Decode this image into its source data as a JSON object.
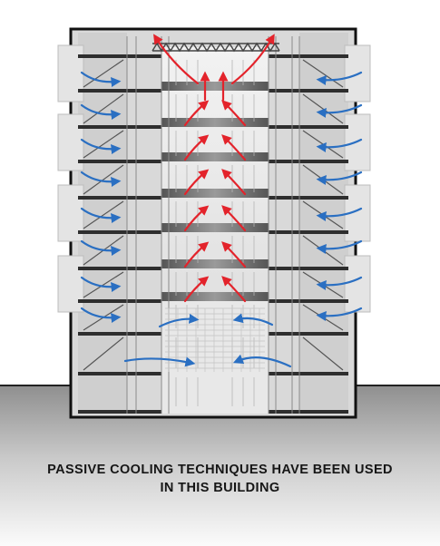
{
  "caption": {
    "line1": "PASSIVE COOLING TECHNIQUES HAVE BEEN USED",
    "line2": "IN THIS BUILDING"
  },
  "colors": {
    "background": "#ffffff",
    "ground_top": "#8f8f8f",
    "ground_bottom": "#fbfbfb",
    "building_wall": "#d6d6d6",
    "outline": "#111111",
    "slab": "#2e2e2e",
    "cool_air_arrow": "#2a6fc2",
    "warm_air_arrow": "#e3232b",
    "balcony_panel": "#e3e3e3"
  },
  "diagram": {
    "storeys": 9,
    "cool_air_arrow_icon": "blue-curved-arrow",
    "warm_air_arrow_icon": "red-curved-arrow",
    "roof_element": "open-truss-vent"
  }
}
